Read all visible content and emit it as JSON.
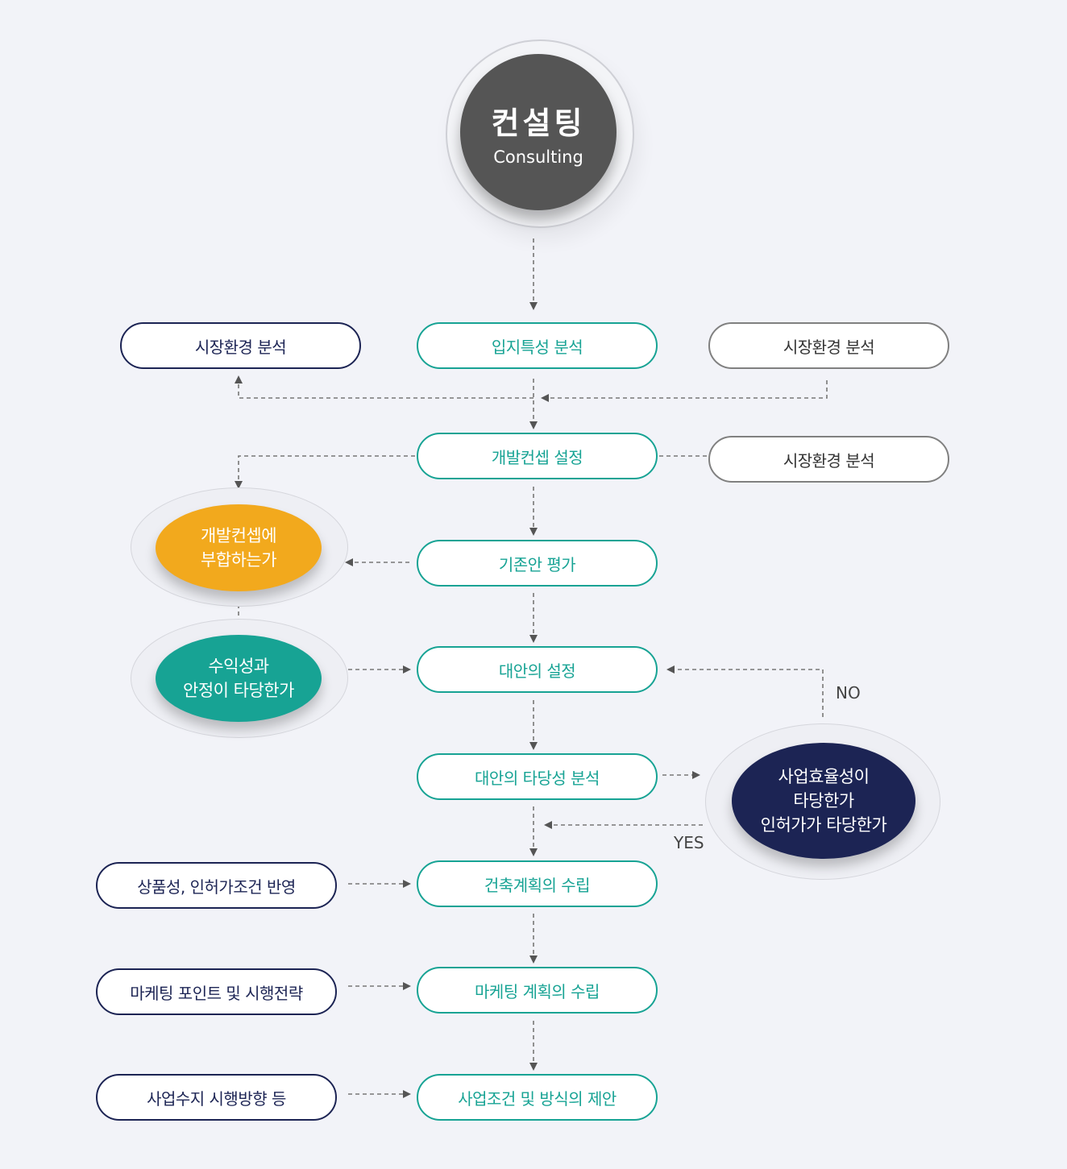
{
  "center": {
    "title": "컨설팅",
    "subtitle": "Consulting"
  },
  "nodes": {
    "market_left": "시장환경 분석",
    "site": "입지특성 분석",
    "market_right_top": "시장환경 분석",
    "concept": "개발컨셉 설정",
    "market_right_mid": "시장환경 분석",
    "evaluation": "기존안 평가",
    "alternative": "대안의 설정",
    "validity": "대안의 타당성 분석",
    "building_plan": "건축계획의 수립",
    "marketing_plan": "마케팅 계획의 수립",
    "proposal": "사업조건 및 방식의 제안",
    "product_permit": "상품성, 인허가조건 반영",
    "marketing_point": "마케팅 포인트 및 시행전략",
    "business_direction": "사업수지 시행방향 등"
  },
  "decisions": {
    "concept_fit": "개발컨셉에\n부합하는가",
    "profit_safety": "수익성과\n안정이 타당한가",
    "efficiency": "사업효율성이\n타당한가\n인허가가 타당한가"
  },
  "labels": {
    "no": "NO",
    "yes": "YES"
  },
  "colors": {
    "teal": "#17a394",
    "navy": "#1c2454",
    "gray": "#808080",
    "orange": "#f2a91d",
    "dark": "#555555"
  }
}
